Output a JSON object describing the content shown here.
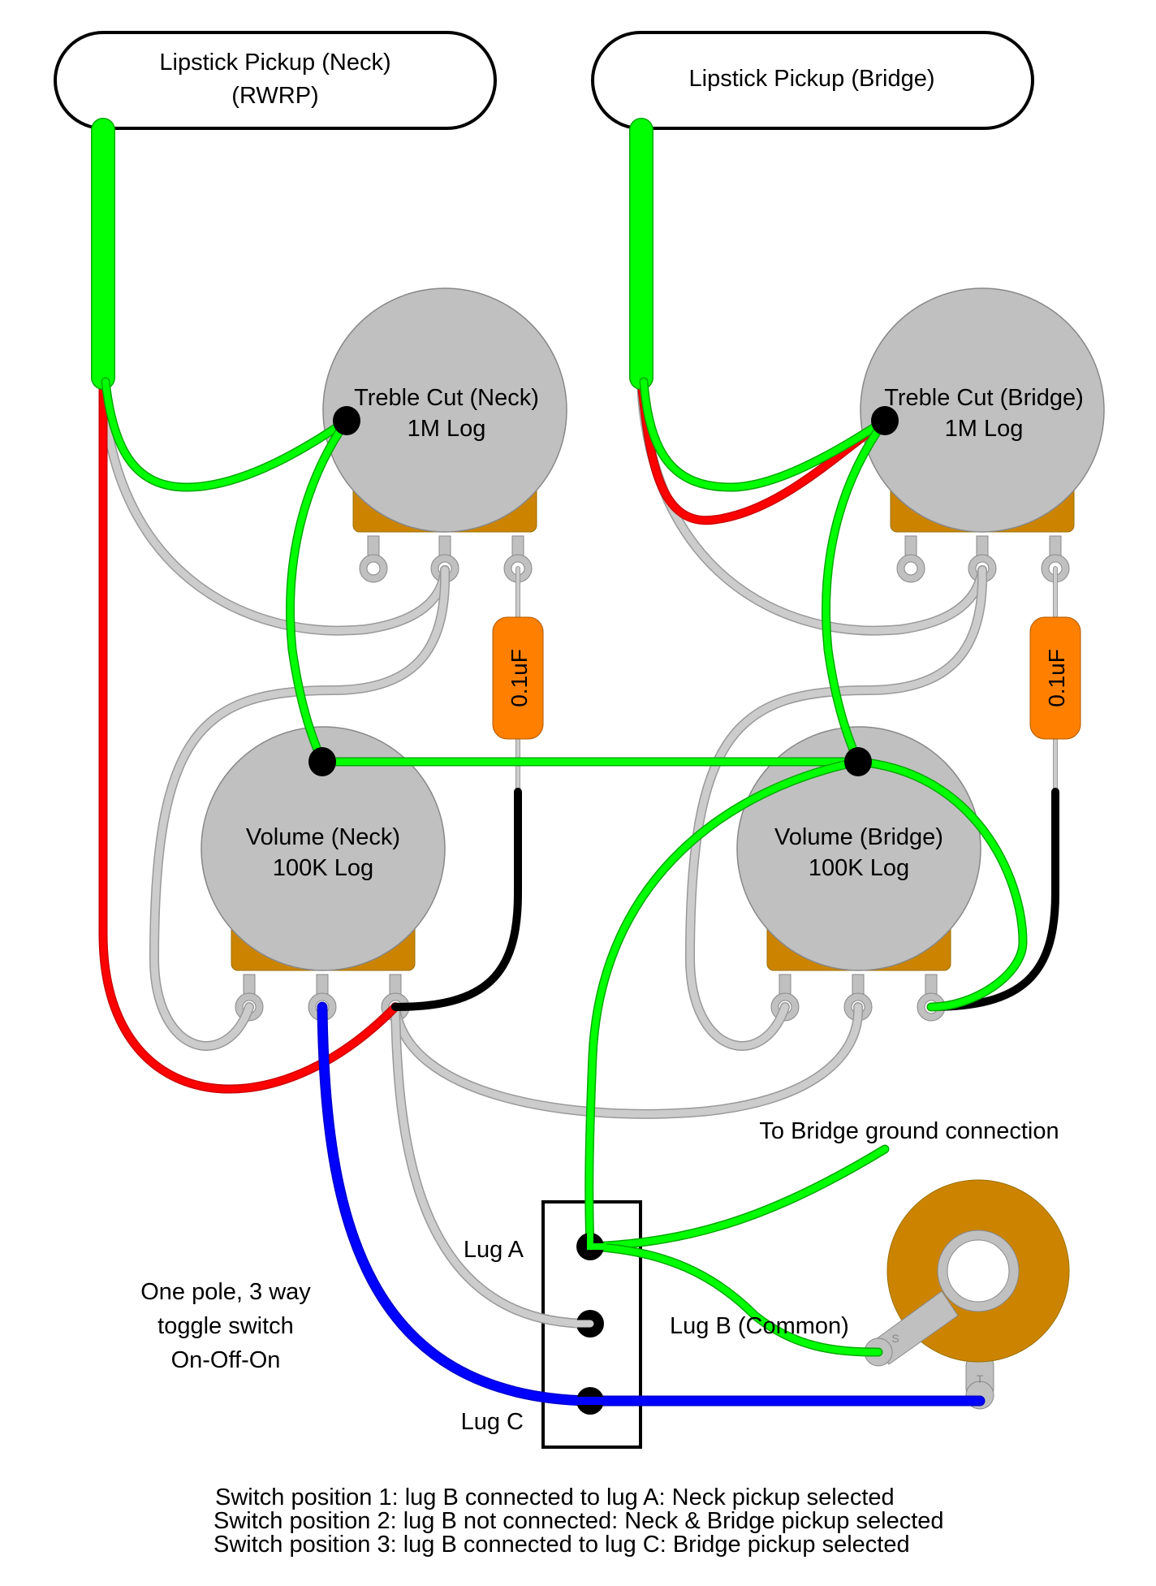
{
  "colors": {
    "hot_wire": "#00ff00",
    "red_wire": "#ff0000",
    "ground_wire": "#cccccc",
    "black_wire": "#000000",
    "blue_wire": "#0000ff",
    "pot_body": "#c0c0c0",
    "pot_case": "#cc8400",
    "capacitor": "#ff8000",
    "jack": "#cc8400"
  },
  "pickups": [
    {
      "id": "neck",
      "line1": "Lipstick Pickup (Neck)",
      "line2": "(RWRP)"
    },
    {
      "id": "bridge",
      "line1": "Lipstick Pickup (Bridge)",
      "line2": ""
    }
  ],
  "pots": [
    {
      "id": "treble-neck",
      "name": "Treble Cut (Neck)",
      "value": "1M Log"
    },
    {
      "id": "treble-bridge",
      "name": "Treble Cut (Bridge)",
      "value": "1M Log"
    },
    {
      "id": "volume-neck",
      "name": "Volume (Neck)",
      "value": "100K Log"
    },
    {
      "id": "volume-bridge",
      "name": "Volume (Bridge)",
      "value": "100K Log"
    }
  ],
  "capacitors": [
    {
      "id": "cap-neck",
      "value": "0.1uF"
    },
    {
      "id": "cap-bridge",
      "value": "0.1uF"
    }
  ],
  "switch": {
    "description": [
      "One pole, 3 way",
      "toggle switch",
      "On-Off-On"
    ],
    "lug_a": "Lug A",
    "lug_b": "Lug B (Common)",
    "lug_c": "Lug C"
  },
  "jack": {
    "sleeve_label": "S",
    "tip_label": "T"
  },
  "bridge_ground_label": "To Bridge ground connection",
  "notes": [
    "Switch position 1:  lug B connected to lug A: Neck pickup selected",
    "Switch position 2: lug B not connected: Neck & Bridge pickup selected",
    "Switch position 3: lug B connected to lug C: Bridge pickup selected"
  ]
}
